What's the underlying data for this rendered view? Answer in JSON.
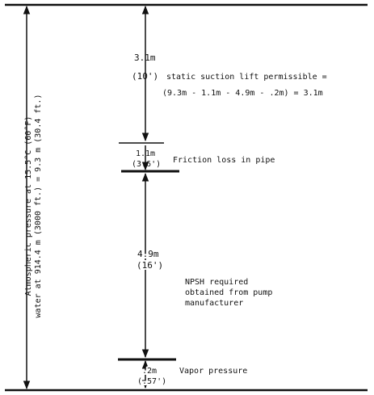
{
  "diagram": {
    "atmospheric_label_line1": "Atmospheric pressure at 15.5°C (60°F)",
    "atmospheric_label_line2": "water at 914.4 m (3000 ft.) = 9.3 m (30.4 ft.)",
    "static_lift": {
      "value_m": "3.1m",
      "value_ft": "(10')",
      "label_line1": "static suction lift permissible =",
      "label_line2": "(9.3m - 1.1m - 4.9m - .2m) = 3.1m"
    },
    "friction": {
      "value_m": "1.1m",
      "value_ft": "(3.6')",
      "label": "Friction loss in pipe"
    },
    "npsh": {
      "value_m": "4.9m",
      "value_ft": "(16')",
      "label_line1": "NPSH required",
      "label_line2": "obtained from pump",
      "label_line3": "manufacturer"
    },
    "vapor": {
      "value_m": ".2m",
      "value_ft": "(.57')",
      "label": "Vapor pressure"
    }
  }
}
